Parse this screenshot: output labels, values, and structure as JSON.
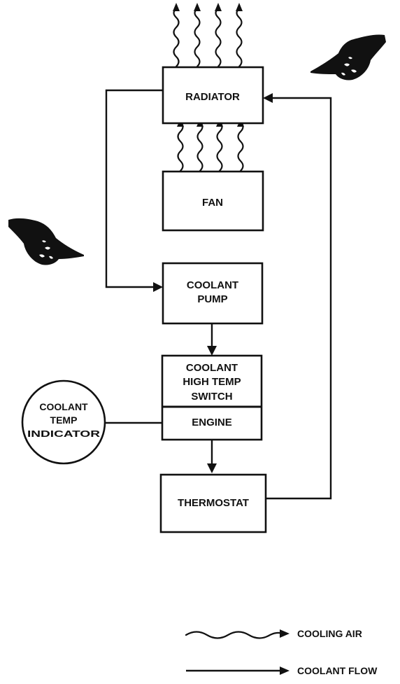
{
  "diagram": {
    "blocks": {
      "radiator": "RADIATOR",
      "fan": "FAN",
      "pump": [
        "COOLANT",
        "PUMP"
      ],
      "switch": [
        "COOLANT",
        "HIGH TEMP",
        "SWITCH"
      ],
      "engine": "ENGINE",
      "thermostat": "THERMOSTAT",
      "indicator": [
        "COOLANT",
        "TEMP",
        "INDICATOR"
      ]
    },
    "legend": {
      "air": "COOLING AIR",
      "flow": "COOLANT FLOW"
    },
    "colors": {
      "ink": "#111111",
      "paper": "#ffffff"
    },
    "icons": [
      "pointing-hand-icon",
      "pointing-hand-icon"
    ]
  }
}
